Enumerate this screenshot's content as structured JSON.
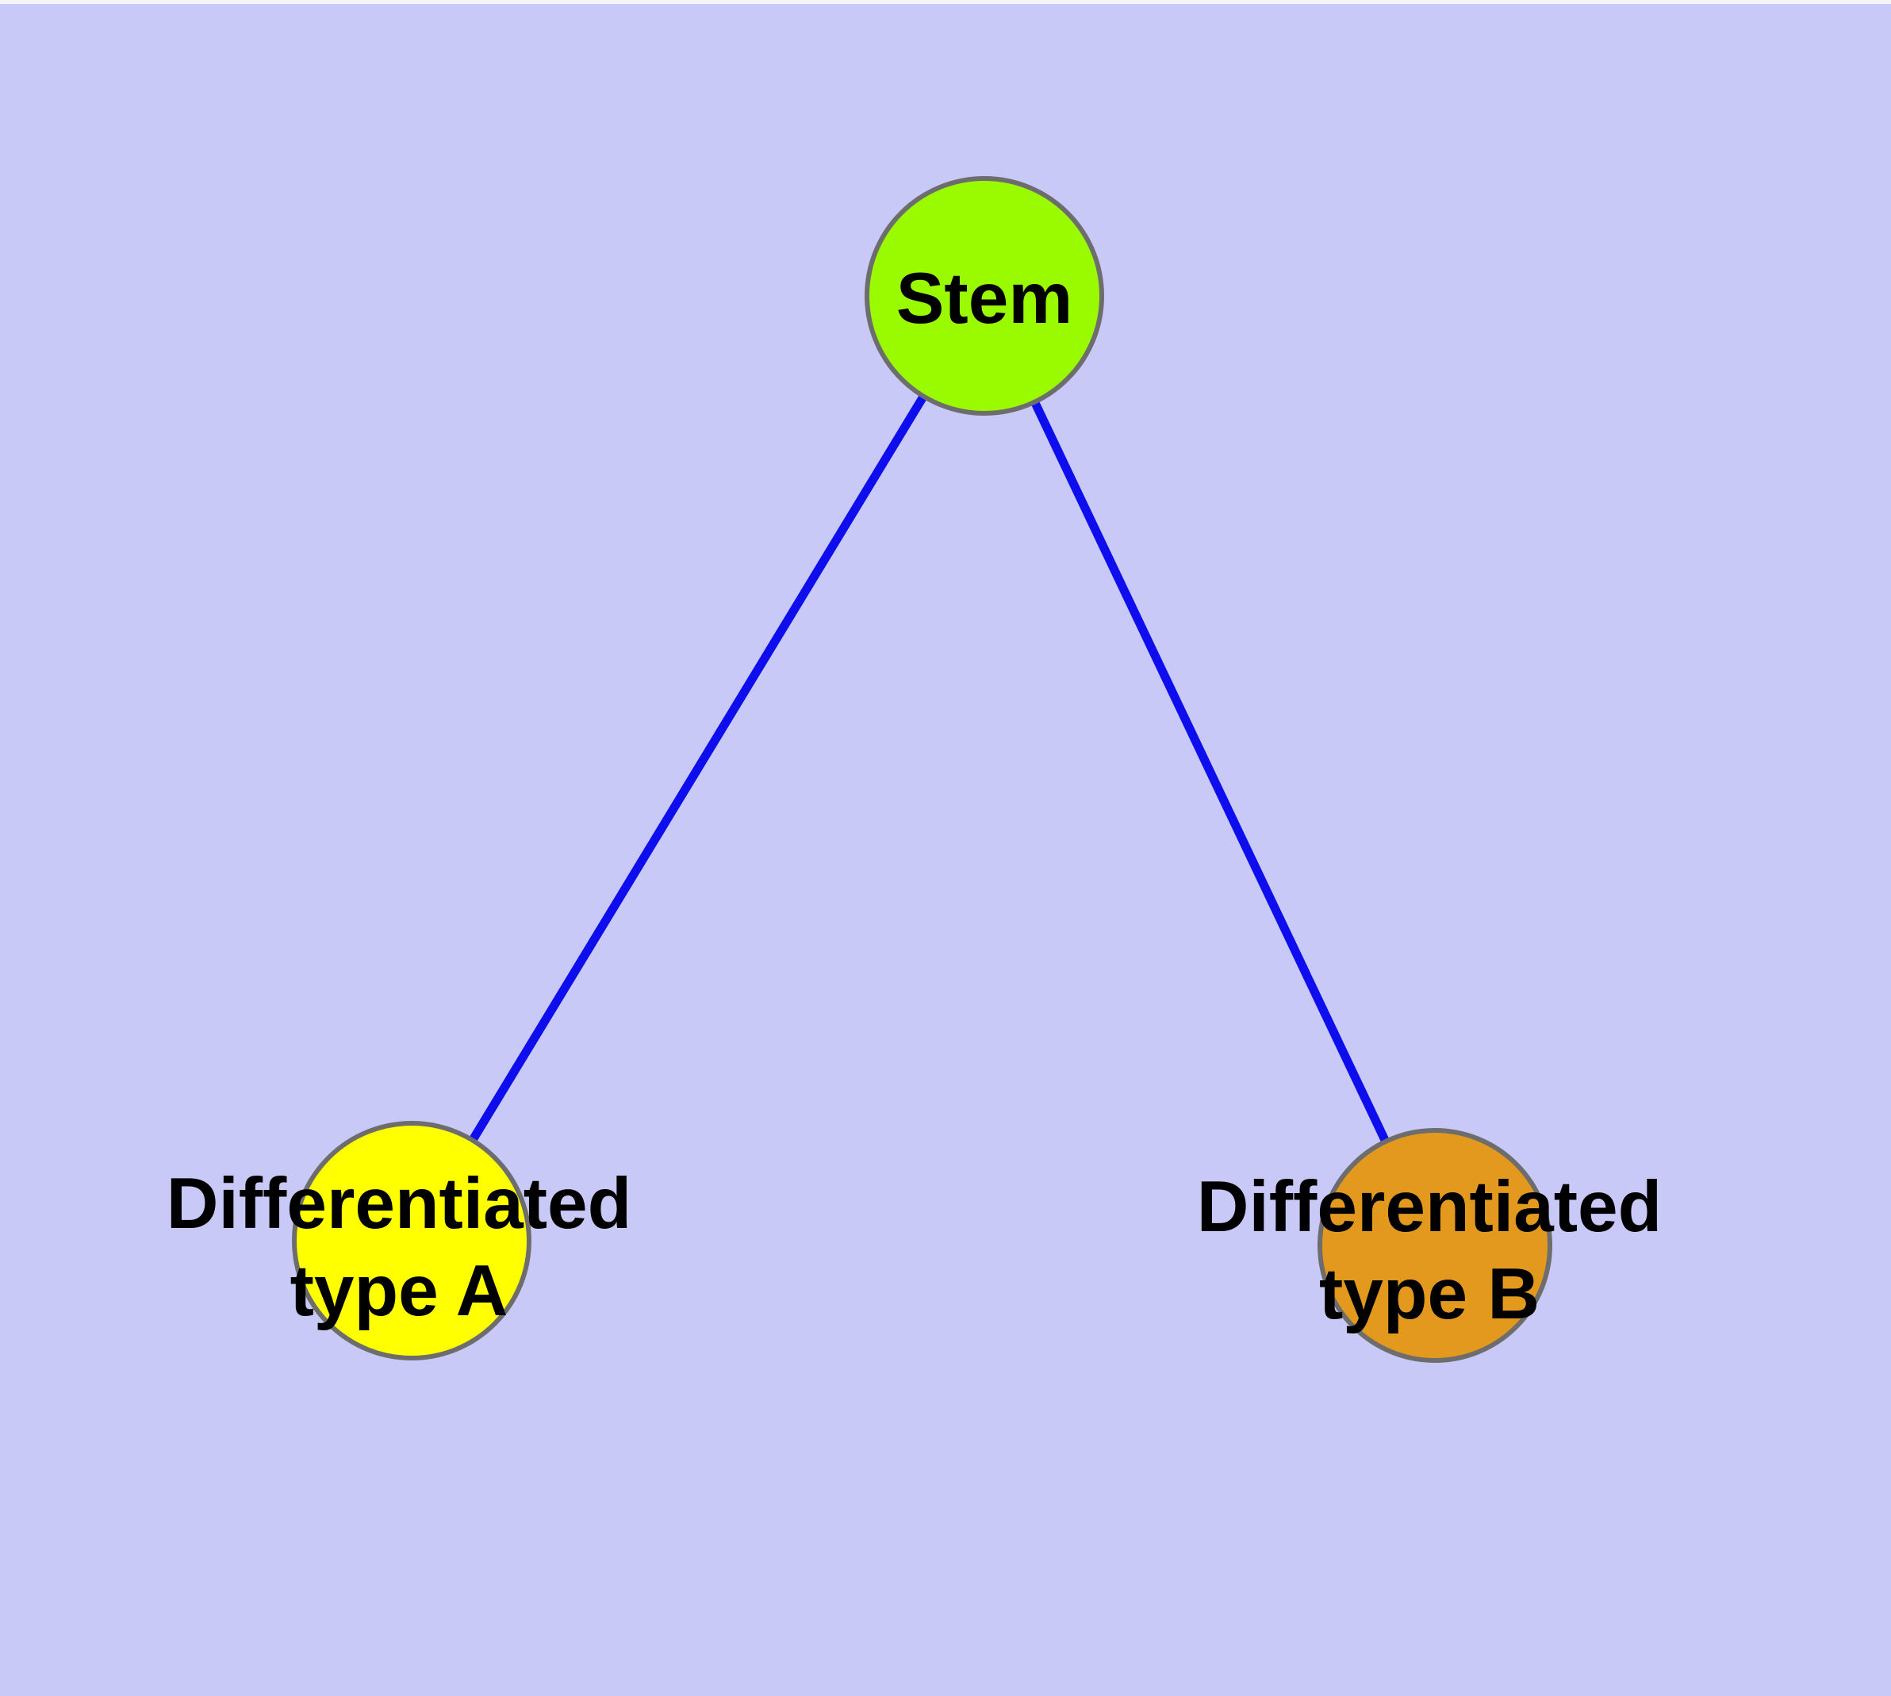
{
  "diagram": {
    "background_color": "#c9c9f8",
    "edge_color": "#0d0dee",
    "node_border_color": "#6d6d6d",
    "label_color": "#000000",
    "nodes": [
      {
        "id": "stem",
        "label": "Stem",
        "fill": "#9afa00"
      },
      {
        "id": "typeA",
        "label": "Differentiated\ntype A",
        "fill": "#ffff00"
      },
      {
        "id": "typeB",
        "label": "Differentiated\ntype B",
        "fill": "#e3991e"
      }
    ],
    "edges": [
      {
        "from": "stem",
        "to": "typeA"
      },
      {
        "from": "stem",
        "to": "typeB"
      }
    ]
  }
}
